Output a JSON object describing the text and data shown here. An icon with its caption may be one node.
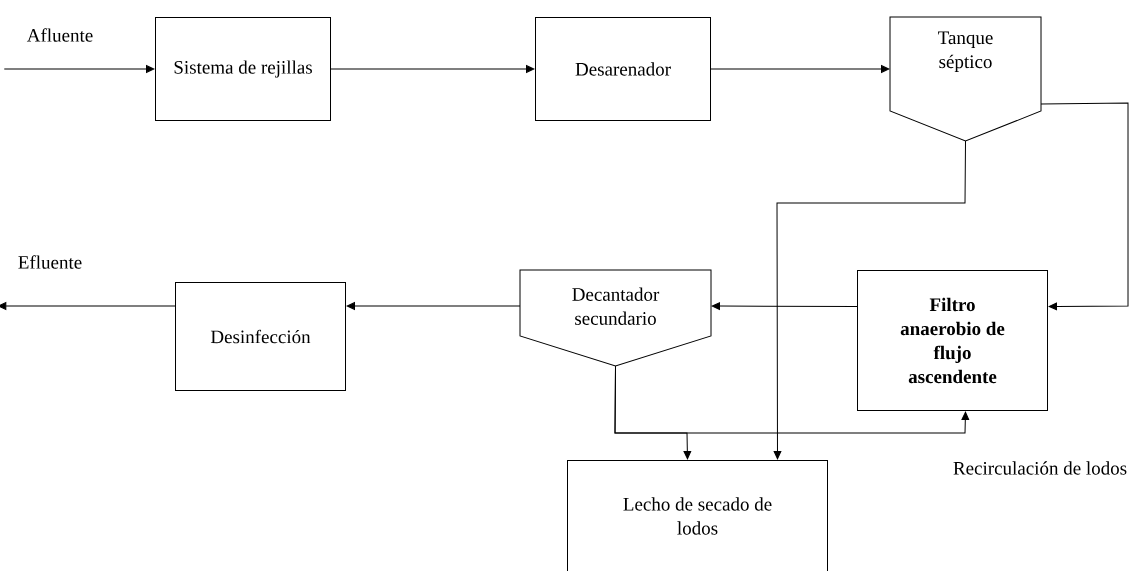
{
  "diagram": {
    "nodes": [
      {
        "text": [
          "Afluente"
        ]
      },
      {
        "text": [
          "Sistema de rejillas"
        ]
      },
      {
        "text": [
          "Desarenador"
        ]
      },
      {
        "text": [
          "Tanque séptico"
        ]
      },
      {
        "text": [
          "Efluente"
        ]
      },
      {
        "text": [
          "Desinfección"
        ]
      },
      {
        "text": [
          "Decantador secundario"
        ]
      },
      {
        "text": [
          "Filtro anaerobio de flujo ascendente"
        ]
      },
      {
        "text": [
          "Lecho de secado de lodos"
        ]
      }
    ],
    "edges": [
      {
        "from": 0,
        "to": 1,
        "arrow": "to"
      },
      {
        "from": 1,
        "to": 2,
        "arrow": "to"
      },
      {
        "from": 2,
        "to": 3,
        "arrow": "to"
      },
      {
        "from": 3,
        "to": 7,
        "arrow": "to"
      },
      {
        "from": 7,
        "to": 6,
        "arrow": "to"
      },
      {
        "from": 6,
        "to": 5,
        "arrow": "to"
      },
      {
        "from": 5,
        "to": 4,
        "arrow": "to"
      },
      {
        "from": 3,
        "to": 8,
        "arrow": "to"
      },
      {
        "from": 6,
        "to": 8,
        "arrow": "to"
      },
      {
        "from": 6,
        "to": 7,
        "arrow": "to"
      }
    ],
    "labels": [
      "Recirculación de lodos"
    ]
  }
}
